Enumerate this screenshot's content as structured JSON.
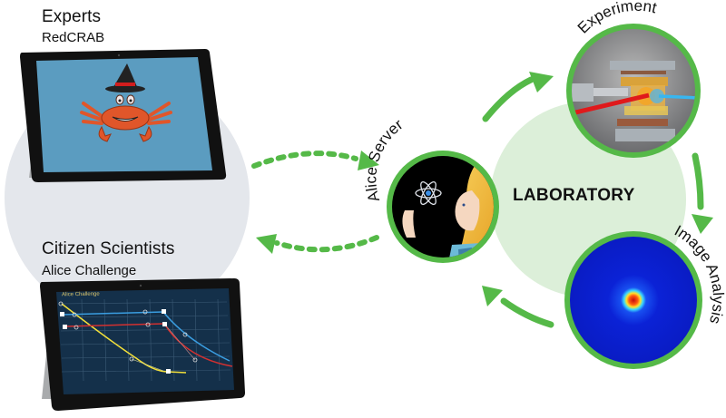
{
  "colors": {
    "accent_green": "#55b948",
    "lab_bg": "#dcefd9",
    "user_bg": "#e4e7ec",
    "crab_screen": "#5b9cc0",
    "chart_screen": "#14304a",
    "beam_red": "#e0191b",
    "beam_blue": "#38b6f0",
    "image_blue": "#0a1fd0"
  },
  "left_group": {
    "experts": {
      "title": "Experts",
      "subtitle": "RedCRAB"
    },
    "citizen": {
      "title": "Citizen Scientists",
      "subtitle": "Alice Challenge"
    },
    "game_screen_title": "Alice Challenge"
  },
  "center": {
    "lab_label": "LABORATORY",
    "nodes": [
      {
        "id": "alice-server",
        "label": "Alice Server",
        "icon": "atom-icon"
      },
      {
        "id": "experiment",
        "label": "Experiment",
        "icon": "apparatus-icon"
      },
      {
        "id": "image-analysis",
        "label": "Image Analysis",
        "icon": "heatmap-icon"
      }
    ]
  },
  "flows": [
    {
      "from": "users",
      "to": "alice-server",
      "style": "dashed"
    },
    {
      "from": "alice-server",
      "to": "users",
      "style": "dashed"
    },
    {
      "from": "alice-server",
      "to": "experiment",
      "style": "solid"
    },
    {
      "from": "experiment",
      "to": "image-analysis",
      "style": "solid"
    },
    {
      "from": "image-analysis",
      "to": "alice-server",
      "style": "solid"
    }
  ]
}
